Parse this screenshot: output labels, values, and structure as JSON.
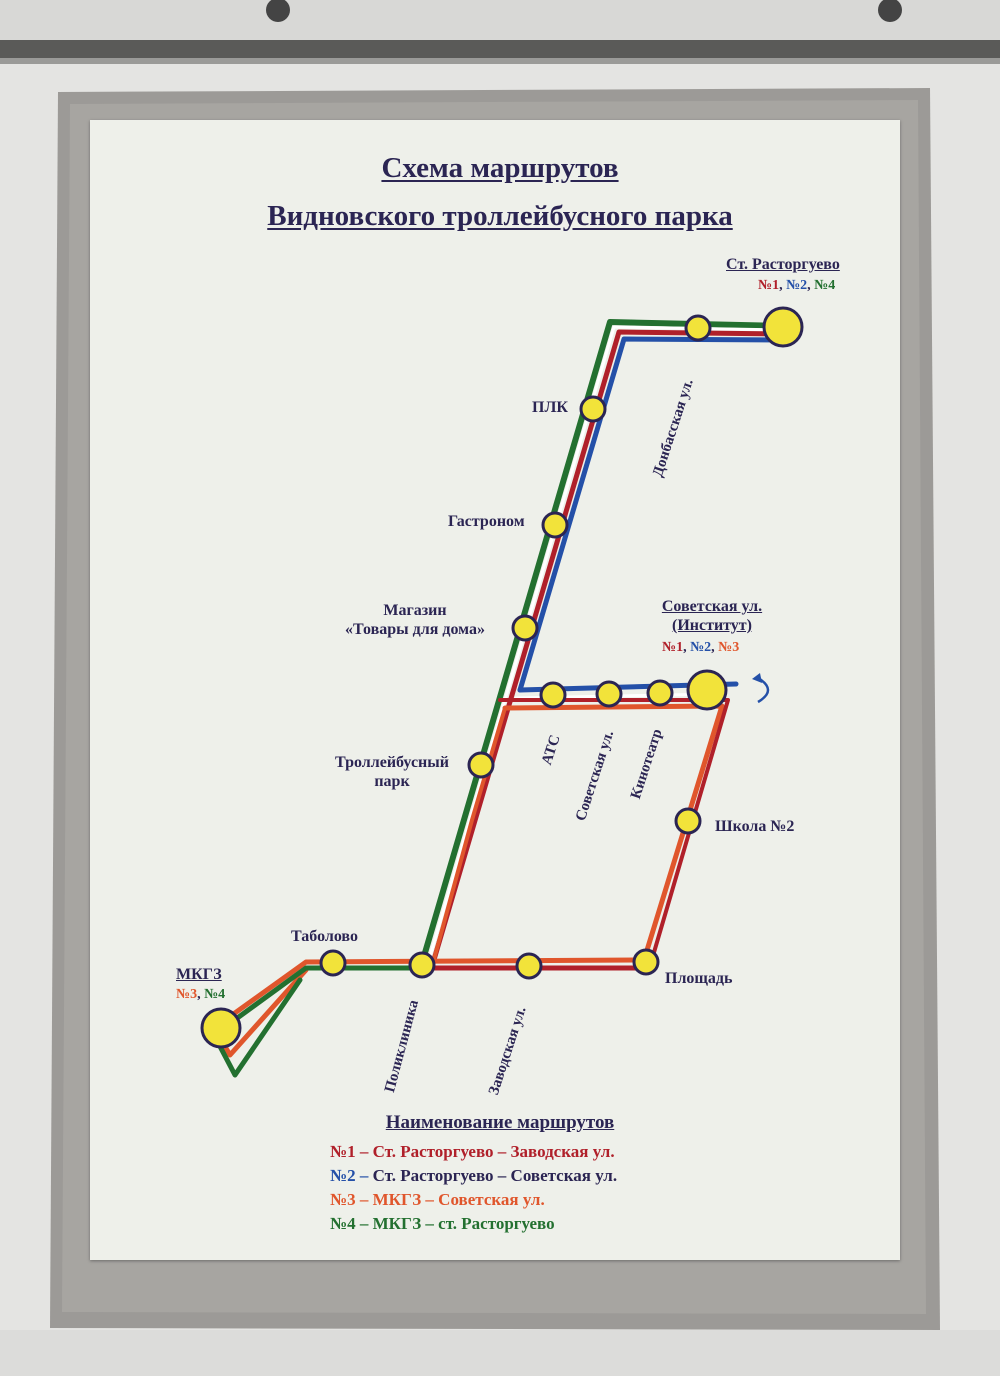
{
  "title": {
    "line1": "Схема маршрутов",
    "line2": "Видновского троллейбусного парка"
  },
  "colors": {
    "route1": "#b0202a",
    "route2": "#2450a8",
    "route3": "#e0562c",
    "route4": "#237030",
    "stop_fill": "#f2e33a",
    "stop_stroke": "#2b2553",
    "text": "#2b2553"
  },
  "terminals": {
    "rastorguevo": {
      "name": "Ст. Расторгуево",
      "r1": "№1",
      "r2": "№2",
      "r3": "№4"
    },
    "sovetskaya": {
      "name1": "Советская ул.",
      "name2": "(Институт)",
      "r1": "№1",
      "r2": "№2",
      "r3": "№3"
    },
    "mkgz": {
      "name": "МКГЗ",
      "r1": "№3",
      "r2": "№4"
    }
  },
  "stops": {
    "plk": "ПЛК",
    "gastronom": "Гастроном",
    "magazin1": "Магазин",
    "magazin2": "«Товары для дома»",
    "park1": "Троллейбусный",
    "park2": "парк",
    "tabolovo": "Таболово",
    "ploshchad": "Площадь",
    "shkola": "Школа №2",
    "ats": "АТС",
    "kinoteatr": "Кинотеатр"
  },
  "streets": {
    "donbasskaya": "Донбасская ул.",
    "sovetskaya": "Советская ул.",
    "zavodskaya": "Заводская ул.",
    "poliklinika": "Поликлиника"
  },
  "legend": {
    "title": "Наименование маршрутов",
    "items": [
      {
        "num": "№1",
        "dash": " – ",
        "text": "Ст. Расторгуево  – Заводская ул."
      },
      {
        "num": "№2",
        "dash": " – ",
        "text": "Ст. Расторгуево  – Советская ул."
      },
      {
        "num": "№3",
        "dash": " – ",
        "text": "МКГЗ – Советская ул."
      },
      {
        "num": "№4",
        "dash": " – ",
        "text": "МКГЗ – ст. Расторгуево"
      }
    ]
  }
}
